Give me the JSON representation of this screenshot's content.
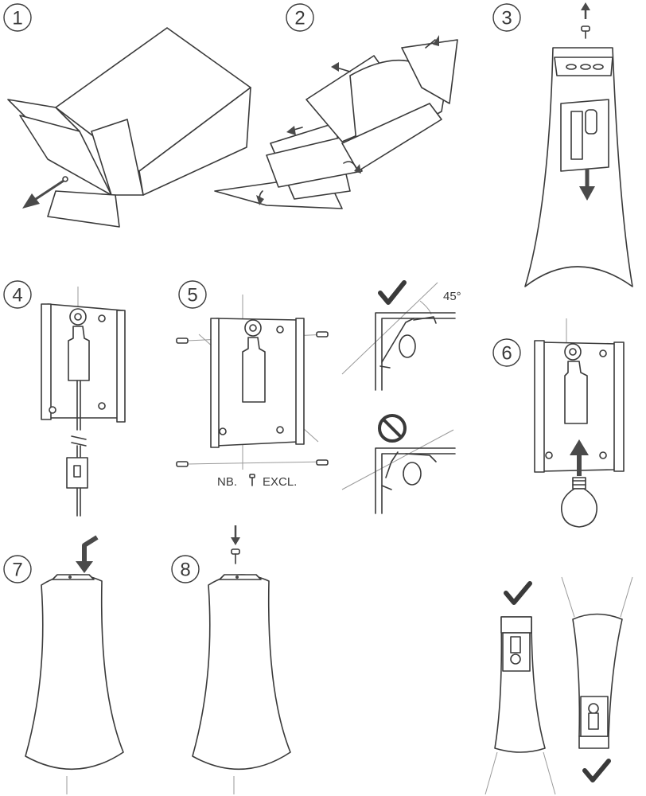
{
  "steps": [
    {
      "label": "1"
    },
    {
      "label": "2"
    },
    {
      "label": "3"
    },
    {
      "label": "4"
    },
    {
      "label": "5"
    },
    {
      "label": "6"
    },
    {
      "label": "7"
    },
    {
      "label": "8"
    }
  ],
  "angle_label": "45°",
  "note": {
    "prefix": "NB.",
    "suffix": "EXCL."
  },
  "colors": {
    "line": "#3a3a3a",
    "guide": "#9a9a9a",
    "arrow": "#4a4a4a"
  },
  "icons": [
    "check-icon",
    "prohibited-icon",
    "screw-icon",
    "arrow-icon",
    "bulb-icon"
  ]
}
